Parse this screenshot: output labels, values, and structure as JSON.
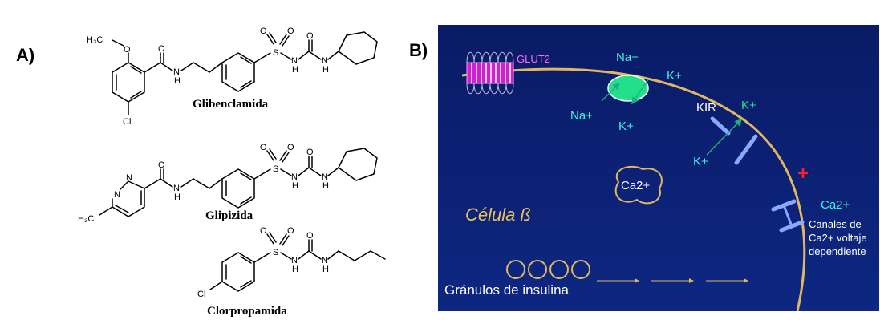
{
  "panel_a": {
    "label": "A)",
    "molecules": [
      {
        "name": "Glibenclamida",
        "atoms": {
          "methyl": "H₃C",
          "oxygen": "O",
          "chlorine": "Cl",
          "amide_o": "O",
          "amide_nh": "N",
          "amide_h": "H",
          "s": "S",
          "so_1": "O",
          "so_2": "O",
          "sulf_n": "N",
          "sulf_h": "H",
          "urea_o": "O",
          "urea_n": "N",
          "urea_h": "H"
        }
      },
      {
        "name": "Glipizida",
        "atoms": {
          "ring_n1": "N",
          "ring_n2": "N",
          "methyl": "H₃C",
          "amide_o": "O",
          "amide_nh": "N",
          "amide_h": "H",
          "s": "S",
          "so_1": "O",
          "so_2": "O",
          "sulf_n": "N",
          "sulf_h": "H",
          "urea_o": "O",
          "urea_n": "N",
          "urea_h": "H"
        }
      },
      {
        "name": "Clorpropamida",
        "atoms": {
          "chlorine": "Cl",
          "s": "S",
          "so_1": "O",
          "so_2": "O",
          "sulf_n": "N",
          "sulf_h": "H",
          "urea_o": "O",
          "urea_n": "N",
          "urea_h": "H"
        }
      }
    ]
  },
  "panel_b": {
    "label": "B)",
    "background_color": "#0b1e6e",
    "membrane_color": "#e3b760",
    "labels": {
      "glut2": "GLUT2",
      "na_top": "Na+",
      "na_left": "Na+",
      "k_top": "K+",
      "k_bottom": "K+",
      "kir": "KIR",
      "k_kir_top": "K+",
      "k_kir_bottom": "K+",
      "ca_inside": "Ca2+",
      "cell": "Célula ß",
      "plus": "+",
      "ca_right": "Ca2+",
      "channels_line1": "Canales de",
      "channels_line2": "Ca2+ voltaje",
      "channels_line3": "dependiente",
      "granules": "Gránulos de insulina"
    }
  }
}
